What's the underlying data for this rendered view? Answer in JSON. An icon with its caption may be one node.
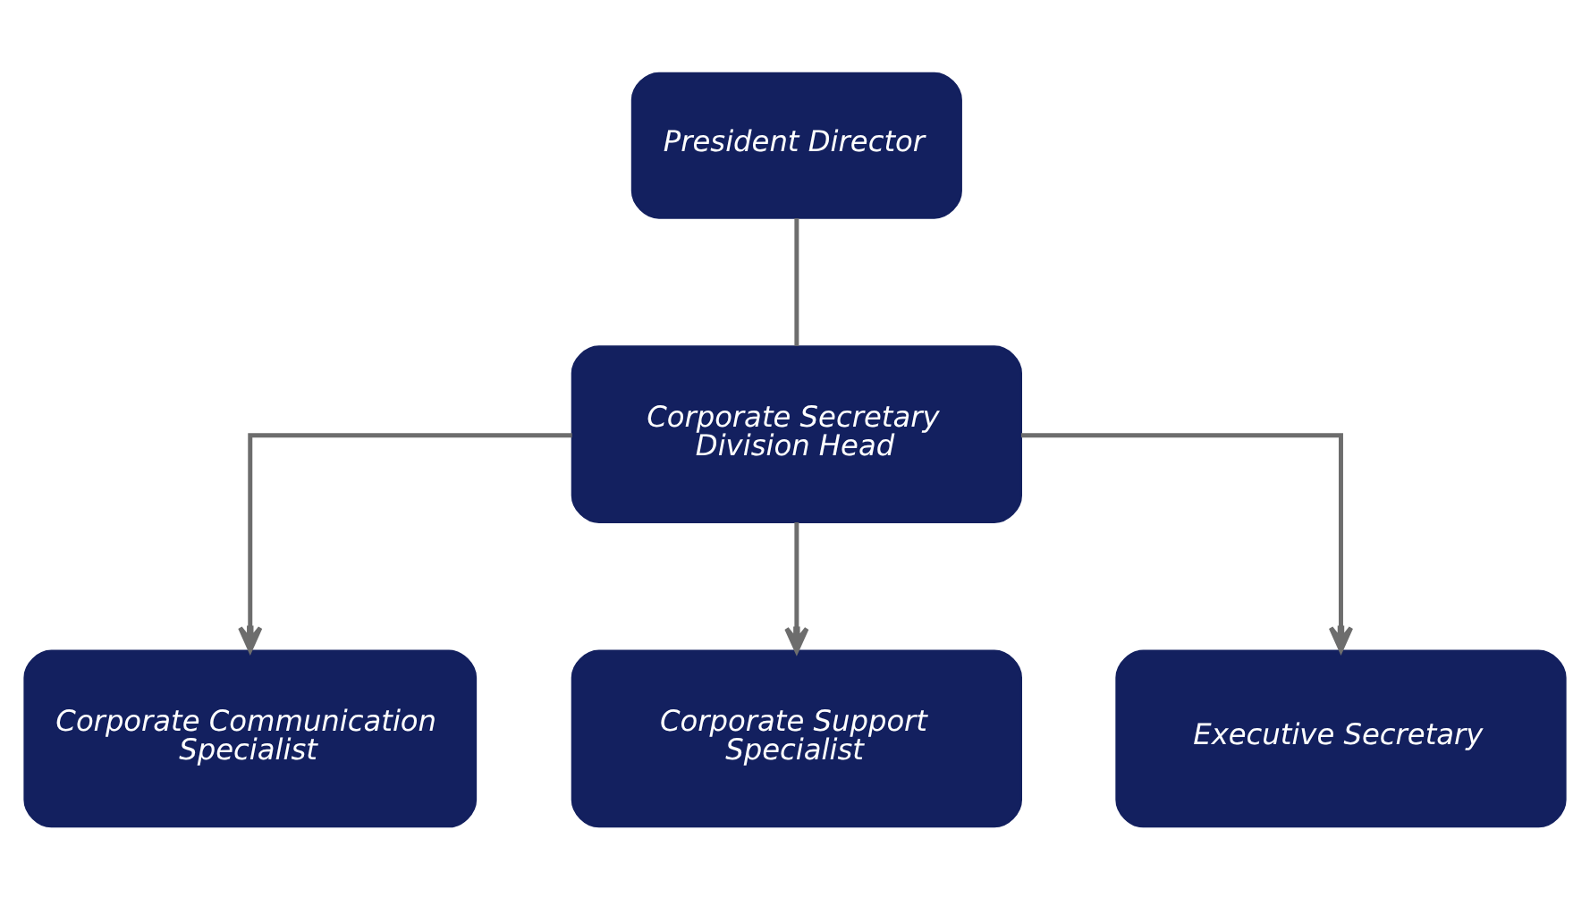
{
  "diagram": {
    "nodes": [
      {
        "text": [
          "President Director"
        ]
      },
      {
        "text": [
          "Corporate Secretary Division Head"
        ]
      },
      {
        "text": [
          "Corporate Communication Specialist"
        ]
      },
      {
        "text": [
          "Corporate Support Specialist"
        ]
      },
      {
        "text": [
          "Executive Secretary"
        ]
      }
    ],
    "edges": [
      {
        "from": 0,
        "to": 1,
        "arrow": "none"
      },
      {
        "from": 1,
        "to": 2,
        "arrow": "to"
      },
      {
        "from": 1,
        "to": 3,
        "arrow": "to"
      },
      {
        "from": 1,
        "to": 4,
        "arrow": "to"
      }
    ]
  }
}
